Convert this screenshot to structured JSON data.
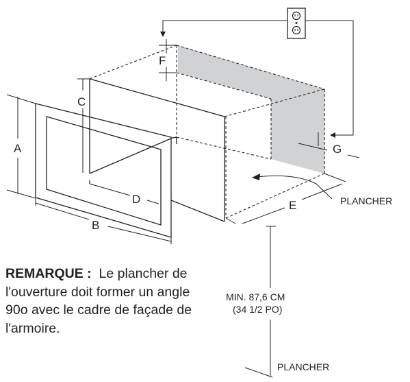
{
  "labels": {
    "a": "A",
    "b": "B",
    "c": "C",
    "d": "D",
    "e": "E",
    "f": "F",
    "g": "G"
  },
  "floor_label_upper": "PLANCHER",
  "floor_label_lower": "PLANCHER",
  "min_height": {
    "line1": "MIN. 87,6 CM",
    "line2": "(34 1/2 PO)"
  },
  "note": {
    "heading": "REMARQUE :",
    "text": "Le plancher de l'ouverture doit former un angle 90o avec le cadre de façade de l'armoire."
  },
  "colors": {
    "shading": "#d1d2d4",
    "ink": "#231f20"
  },
  "icons": [
    "electrical-outlet-icon",
    "arrow-icon"
  ]
}
